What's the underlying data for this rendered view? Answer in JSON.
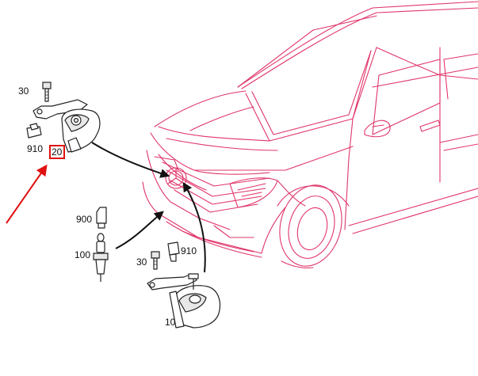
{
  "labels": {
    "bolt_top": "30",
    "clip_top": "910",
    "horn_top": "20",
    "connector_mid": "900",
    "sensor_mid": "100",
    "bolt_bottom": "30",
    "clip_bottom": "910",
    "horn_bottom": "10"
  },
  "colors": {
    "car_outline": "#e0356a",
    "highlight": "#e01010",
    "parts": "#222222"
  },
  "highlight": {
    "target": "horn_top"
  }
}
